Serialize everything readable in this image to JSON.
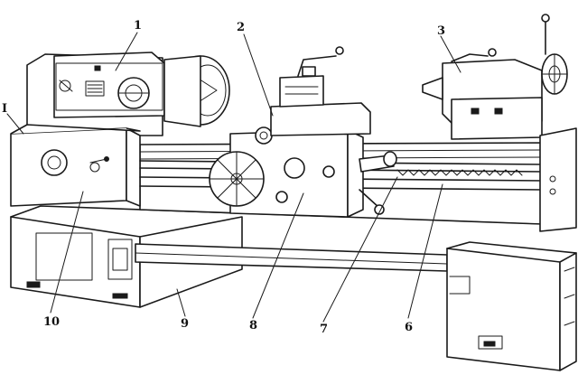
{
  "labels": [
    {
      "id": "1",
      "text": "1"
    },
    {
      "id": "2",
      "text": "2"
    },
    {
      "id": "3",
      "text": "3"
    },
    {
      "id": "I",
      "text": "I"
    },
    {
      "id": "10",
      "text": "10"
    },
    {
      "id": "9",
      "text": "9"
    },
    {
      "id": "8",
      "text": "8"
    },
    {
      "id": "7",
      "text": "7"
    },
    {
      "id": "6",
      "text": "6"
    }
  ]
}
